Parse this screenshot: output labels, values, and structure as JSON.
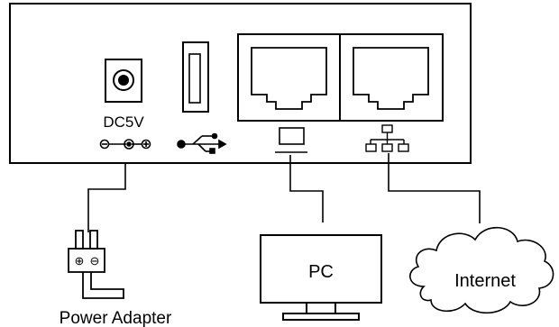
{
  "device": {
    "power_label": "DC5V"
  },
  "devices": {
    "pc_label": "PC",
    "internet_label": "Internet",
    "adapter_label": "Power Adapter"
  },
  "adapter": {
    "plus_symbol": "⊕",
    "minus_symbol": "⊖"
  },
  "icons": {
    "usb": "usb-icon",
    "pc_port": "computer-icon",
    "lan_port": "network-icon",
    "polarity": "dc-polarity-icon",
    "cloud": "cloud-icon",
    "monitor": "monitor-icon",
    "plug": "power-plug-icon"
  },
  "colors": {
    "stroke": "#000000",
    "background": "#ffffff"
  }
}
